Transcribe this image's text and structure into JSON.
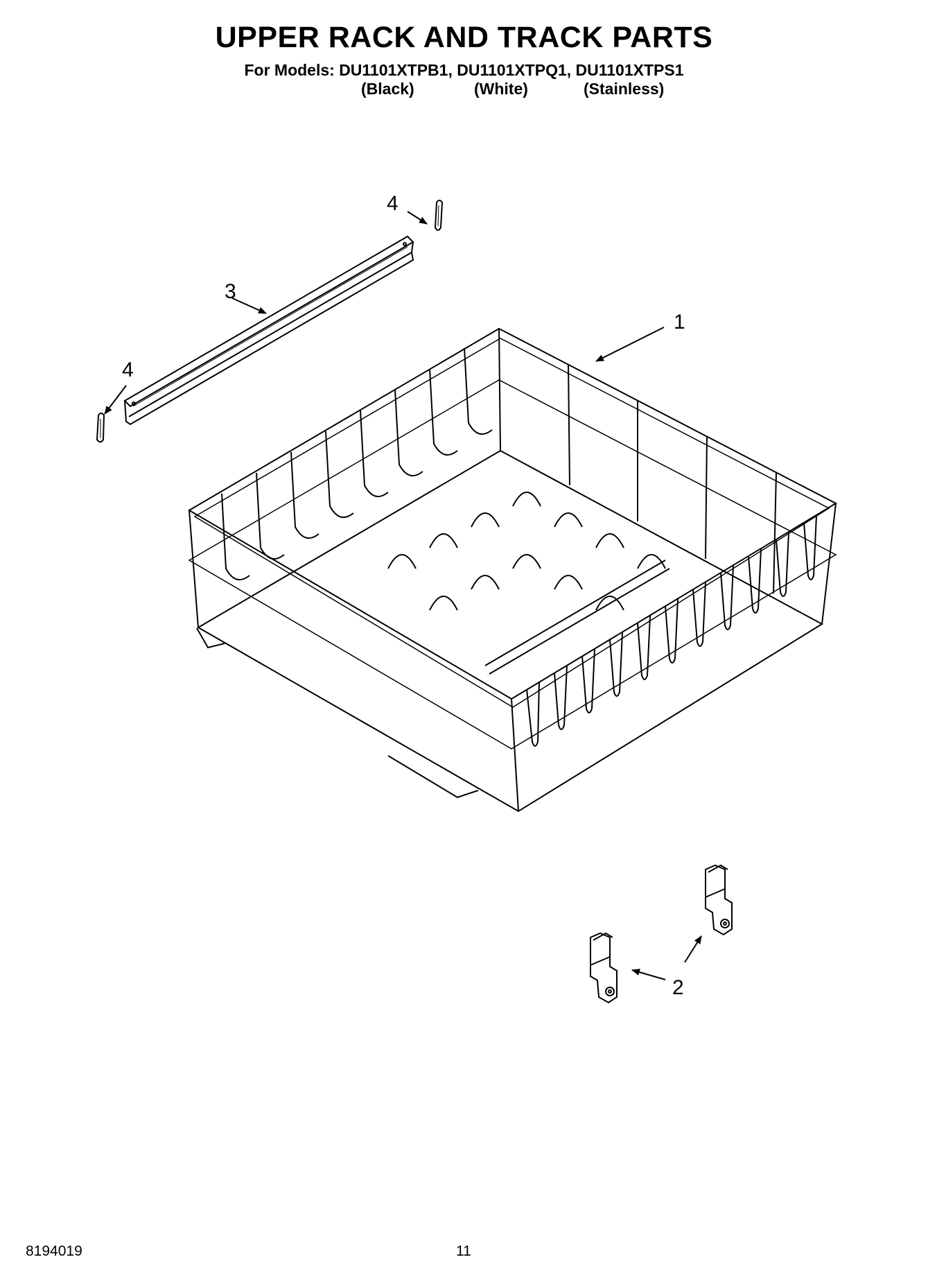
{
  "title": "UPPER RACK AND TRACK PARTS",
  "models_line": "For Models: DU1101XTPB1, DU1101XTPQ1, DU1101XTPS1",
  "finishes": [
    "(Black)",
    "(White)",
    "(Stainless)"
  ],
  "callouts": {
    "rack": "1",
    "roller": "2",
    "track": "3",
    "stop_top": "4",
    "stop_left": "4"
  },
  "footer": {
    "part_number": "8194019",
    "page_number": "11"
  }
}
